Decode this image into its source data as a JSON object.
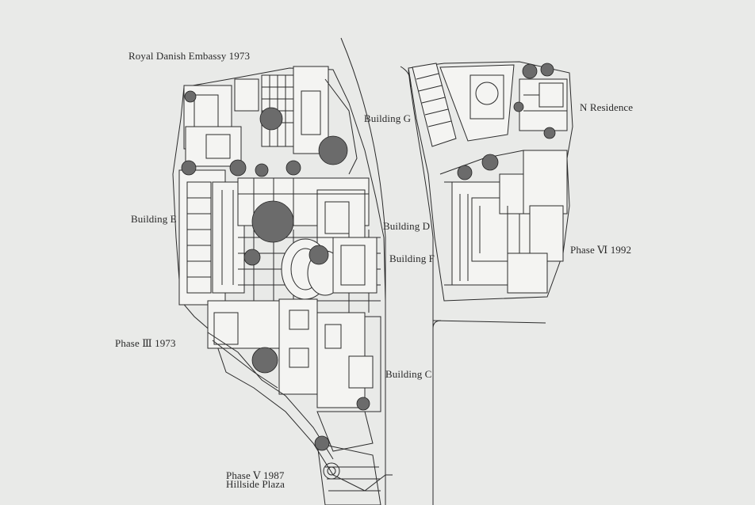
{
  "labels": {
    "danish_embassy": "Royal Danish Embassy 1973",
    "building_g": "Building G",
    "n_residence": "N Residence",
    "building_e": "Building E",
    "building_d": "Building D",
    "building_f": "Building F",
    "phase_vi": "Phase Ⅵ 1992",
    "phase_iii": "Phase Ⅲ 1973",
    "building_c": "Building C",
    "phase_v": "Phase Ⅴ 1987",
    "hillside_plaza": "Hillside Plaza"
  },
  "colors": {
    "background": "#e9eae8",
    "ink": "#2b2b2b"
  }
}
